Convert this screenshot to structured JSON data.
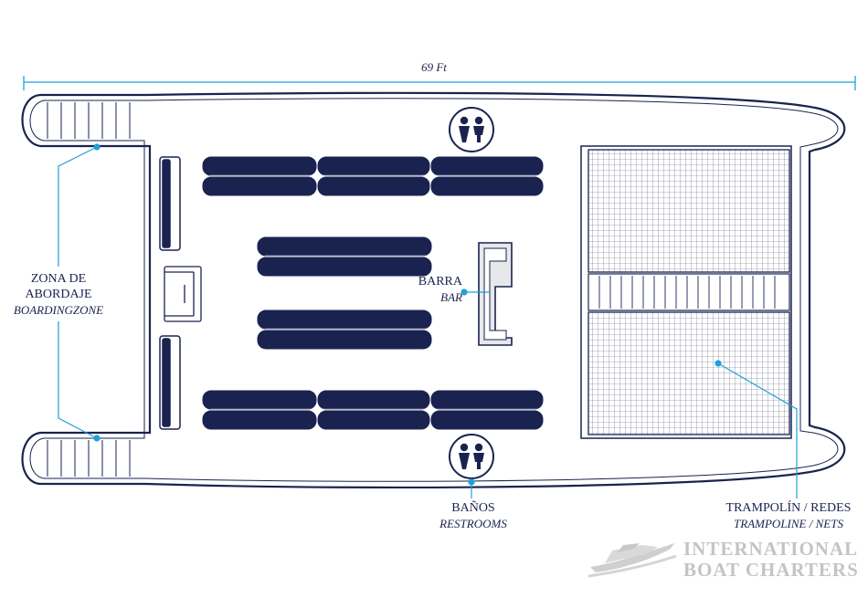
{
  "dimension": {
    "length": "69 Ft"
  },
  "labels": {
    "boarding": {
      "es_line1": "ZONA DE",
      "es_line2": "ABORDAJE",
      "en": "BOARDINGZONE"
    },
    "bar": {
      "es": "BARRA",
      "en": "BAR"
    },
    "restrooms": {
      "es": "BAÑOS",
      "en": "RESTROOMS"
    },
    "trampoline": {
      "es": "TRAMPOLÍN / REDES",
      "en": "TRAMPOLINE / NETS"
    }
  },
  "icons": [
    "restroom-icon",
    "boat-logo-icon"
  ],
  "logo": {
    "line1": "INTERNATIONAL",
    "line2": "BOAT CHARTERS"
  },
  "colors": {
    "navy": "#1a2350",
    "accent": "#1fa0dc",
    "logo_gray": "#c4c4c4"
  }
}
